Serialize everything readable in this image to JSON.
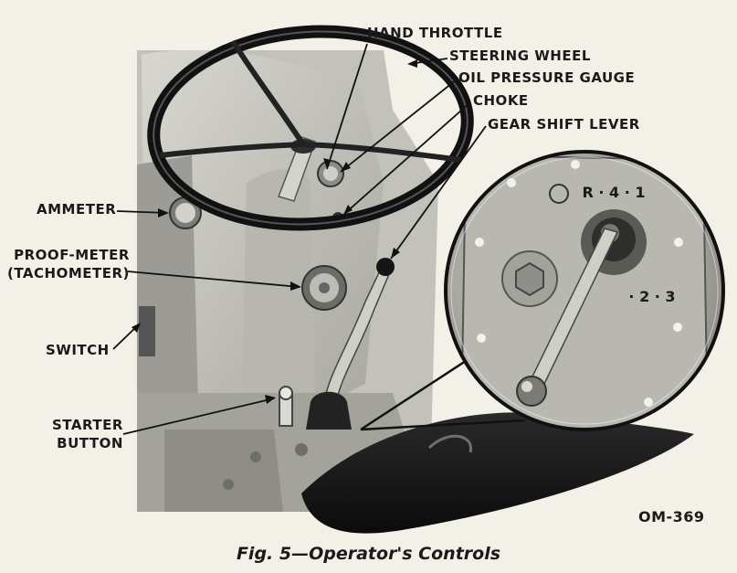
{
  "labels": {
    "hand_throttle": "HAND THROTTLE",
    "steering_wheel": "STEERING WHEEL",
    "oil_pressure_gauge": "OIL PRESSURE GAUGE",
    "choke": "CHOKE",
    "gear_shift_lever": "GEAR SHIFT LEVER",
    "ammeter": "AMMETER",
    "proof_meter_line1": "PROOF-METER",
    "proof_meter_line2": "(TACHOMETER)",
    "switch": "SWITCH",
    "starter_line1": "STARTER",
    "starter_line2": "BUTTON"
  },
  "gear_plate": {
    "top_row": "R · 4 · 1",
    "bottom_row": "· 2 · 3"
  },
  "figure_number": "OM-369",
  "caption": "Fig. 5—Operator's Controls"
}
